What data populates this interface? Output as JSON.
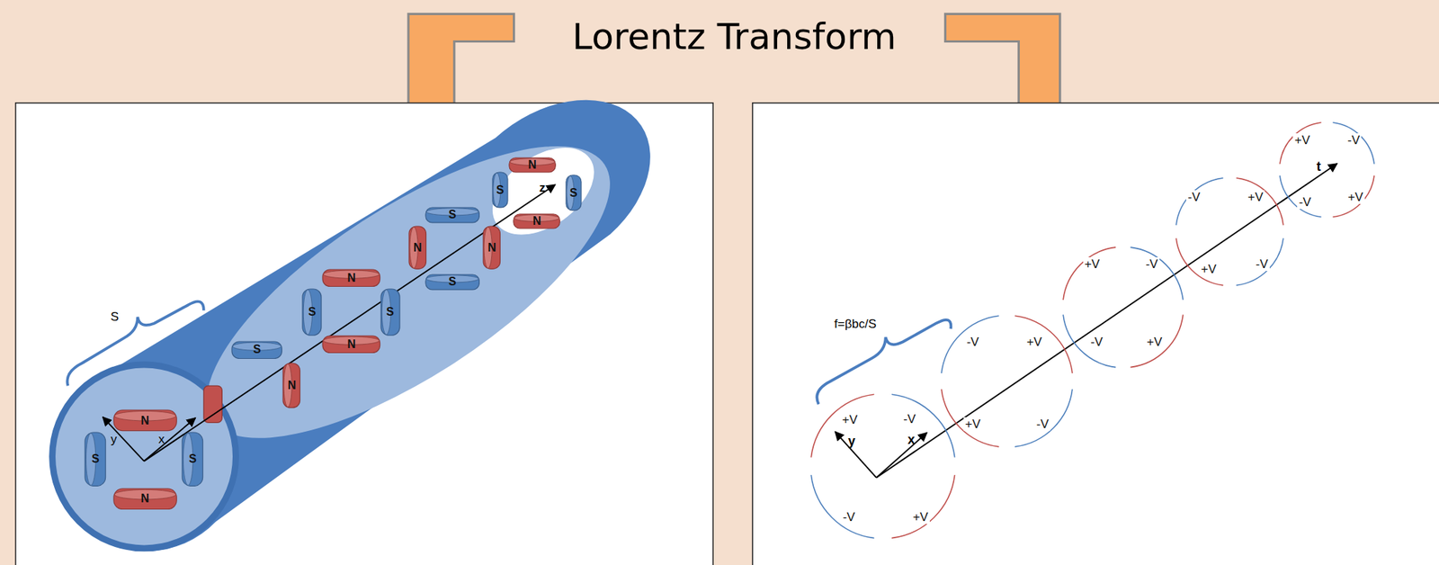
{
  "diagram": {
    "title": "Lorentz Transform",
    "nodes": [
      {
        "text": [
          "N"
        ]
      },
      {
        "text": [
          "S"
        ]
      },
      {
        "text": [
          "S"
        ]
      },
      {
        "text": [
          "N"
        ]
      },
      {
        "text": [
          "S"
        ]
      },
      {
        "text": [
          "N"
        ]
      },
      {
        "text": [
          "N"
        ]
      },
      {
        "text": [
          "S"
        ]
      },
      {
        "text": [
          "S"
        ]
      },
      {
        "text": [
          "N"
        ]
      },
      {
        "text": [
          "S"
        ]
      },
      {
        "text": [
          "N"
        ]
      },
      {
        "text": [
          "N"
        ]
      },
      {
        "text": [
          "S"
        ]
      },
      {
        "text": [
          "N"
        ]
      },
      {
        "text": [
          "S"
        ]
      },
      {
        "text": [
          "S"
        ]
      },
      {
        "text": [
          "N"
        ]
      },
      {
        "text": [
          "+V",
          "-V",
          "-V",
          "+V"
        ]
      },
      {
        "text": [
          "-V",
          "+V",
          "+V",
          "-V"
        ]
      },
      {
        "text": [
          "+V",
          "-V",
          "-V",
          "+V"
        ]
      },
      {
        "text": [
          "-V",
          "+V",
          "+V",
          "-V"
        ]
      },
      {
        "text": [
          "+V",
          "-V",
          "-V",
          "+V"
        ]
      }
    ],
    "edges": [],
    "labels": [
      "S",
      "y",
      "x",
      "z",
      "f=βbc/S",
      "y",
      "x",
      "t"
    ]
  }
}
